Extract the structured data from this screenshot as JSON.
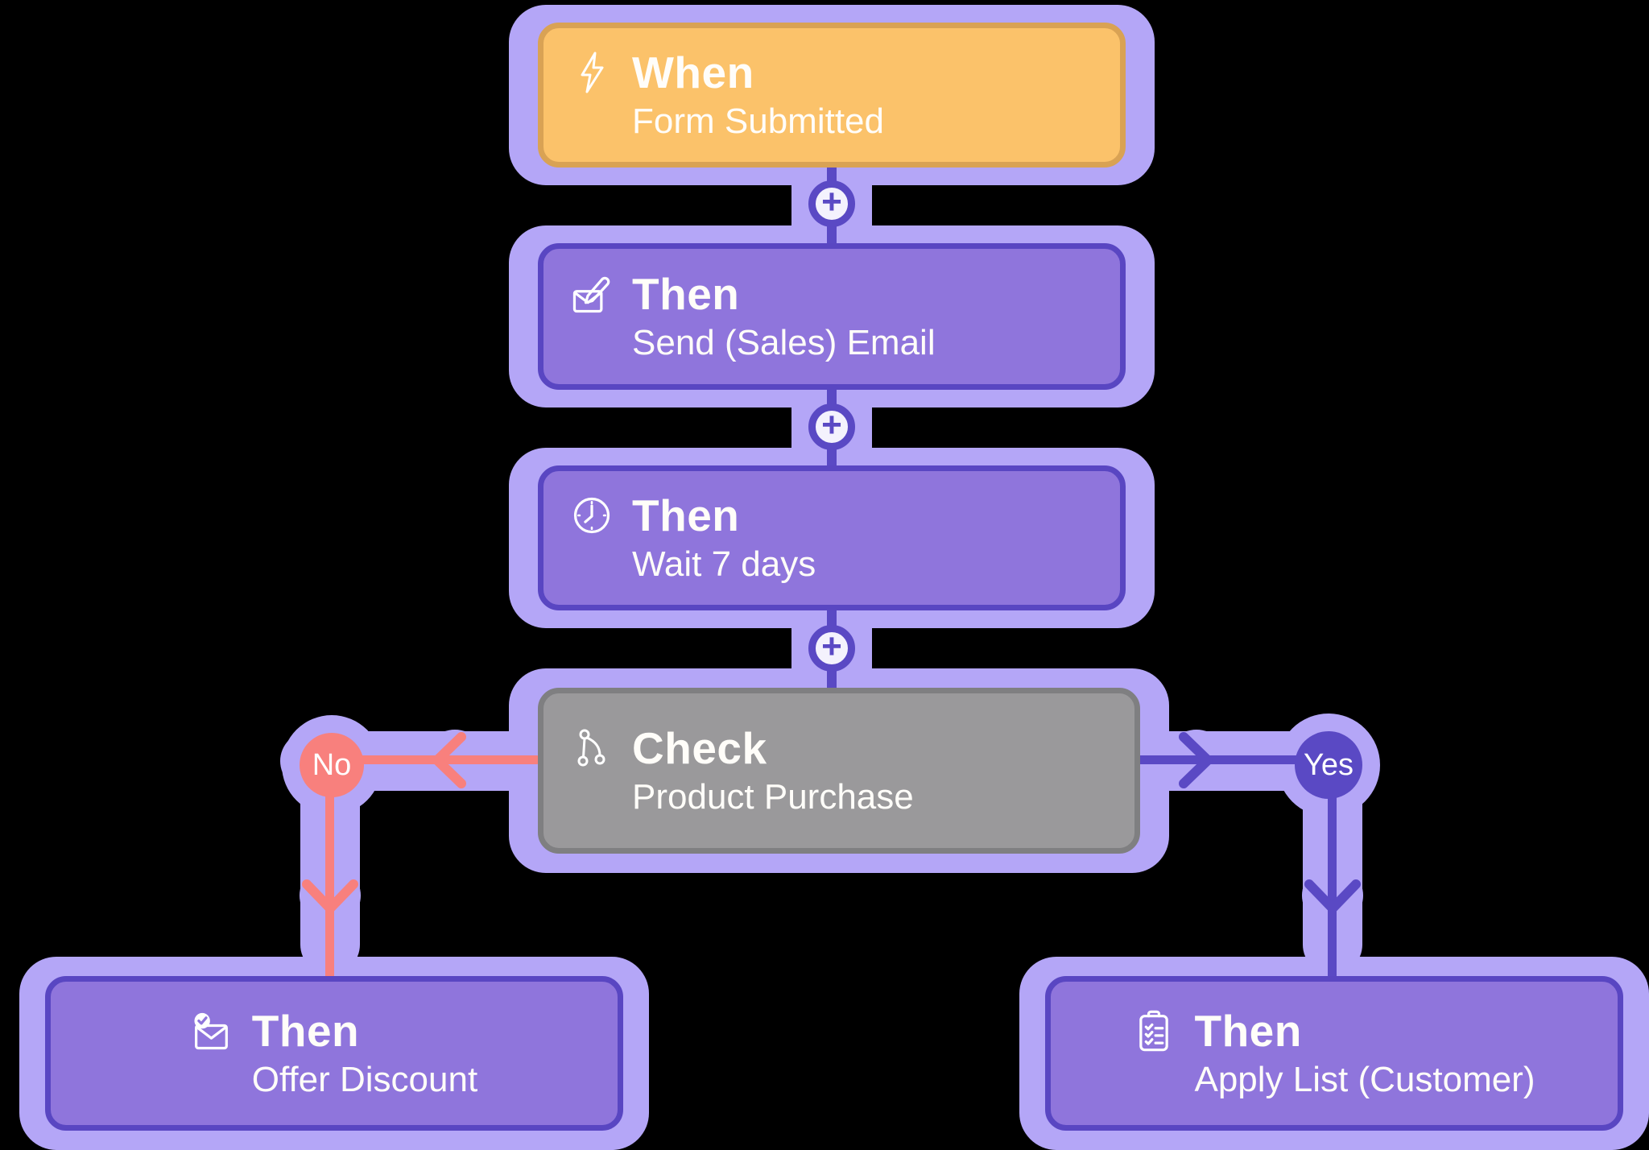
{
  "colors": {
    "background": "#000000",
    "halo": "#b4a6f7",
    "action_fill": "#8f75dc",
    "action_border": "#5946c2",
    "connector": "#5a49c4",
    "trigger_fill": "#fbc26a",
    "trigger_border": "#d9a254",
    "condition_fill": "#9a999b",
    "condition_border": "#7f7f81",
    "no_branch": "#f8807d",
    "plus_fill": "#f4f2fd",
    "text": "#fffdf9"
  },
  "nodes": [
    {
      "id": "when-form-submitted",
      "type": "trigger",
      "icon": "lightning-icon",
      "title": "When",
      "subtitle": "Form Submitted"
    },
    {
      "id": "then-send-sales-email",
      "type": "action",
      "icon": "compose-email-icon",
      "title": "Then",
      "subtitle": "Send (Sales) Email"
    },
    {
      "id": "then-wait-7-days",
      "type": "action",
      "icon": "clock-icon",
      "title": "Then",
      "subtitle": "Wait 7 days"
    },
    {
      "id": "check-product-purchase",
      "type": "condition",
      "icon": "branch-icon",
      "title": "Check",
      "subtitle": "Product Purchase"
    },
    {
      "id": "then-offer-discount",
      "type": "action",
      "icon": "email-check-icon",
      "title": "Then",
      "subtitle": "Offer Discount"
    },
    {
      "id": "then-apply-list-customer",
      "type": "action",
      "icon": "clipboard-check-icon",
      "title": "Then",
      "subtitle": "Apply List (Customer)"
    }
  ],
  "connectors": {
    "add_step_label": "+",
    "no_label": "No",
    "yes_label": "Yes"
  }
}
